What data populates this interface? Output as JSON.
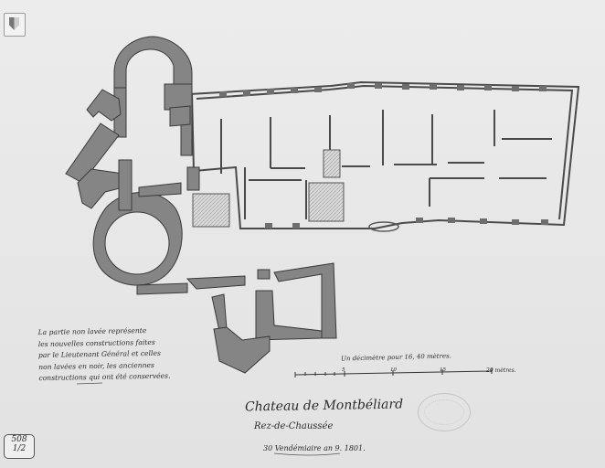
{
  "document": {
    "title": "Chateau de Montbéliard",
    "subtitle": "Rez-de-Chaussée",
    "date": "30 Vendémiaire an 9. 1801.",
    "legend_lines": [
      "La partie non lavée représente",
      "les nouvelles constructions faites",
      "par le Lieutenant Général et celles",
      "non lavées en noir, les anciennes",
      "constructions qui ont été conservées."
    ],
    "scale": {
      "caption": "Un décimètre pour 16, 40 mètres.",
      "tick_labels": [
        "5",
        "10",
        "15"
      ],
      "end_label": "20 mètres."
    },
    "page_number": {
      "top": "508",
      "bottom": "1/2"
    }
  },
  "colors": {
    "paper": "#e9e9e9",
    "wash": "#8a8a8a",
    "ink": "#222222"
  }
}
